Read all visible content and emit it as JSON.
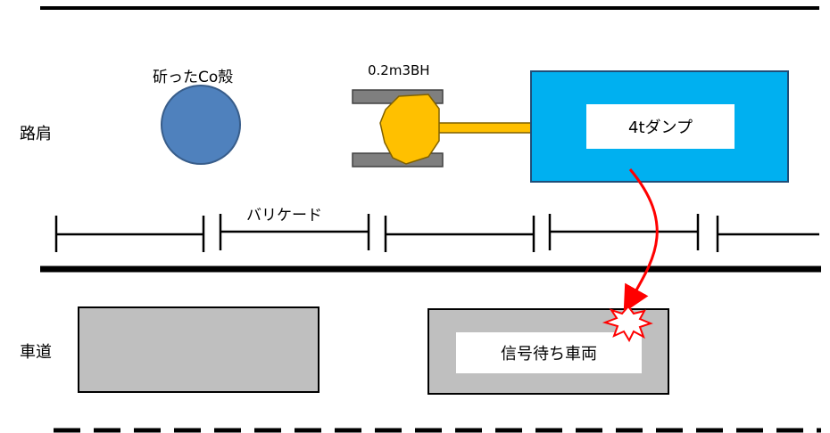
{
  "labels": {
    "shoulder": "路肩",
    "roadway": "車道",
    "concrete_debris": "斫ったCo殻",
    "backhoe": "0.2m3BH",
    "barricade": "バリケード",
    "dump_truck": "4tダンプ",
    "waiting_vehicle": "信号待ち車両"
  },
  "colors": {
    "debris_fill": "#4f81bd",
    "debris_stroke": "#385d8a",
    "backhoe_body": "#ffc000",
    "track_gray": "#7f7f7f",
    "dump_fill": "#00b0f0",
    "vehicle_fill": "#bfbfbf",
    "arrow": "#ff0000"
  }
}
